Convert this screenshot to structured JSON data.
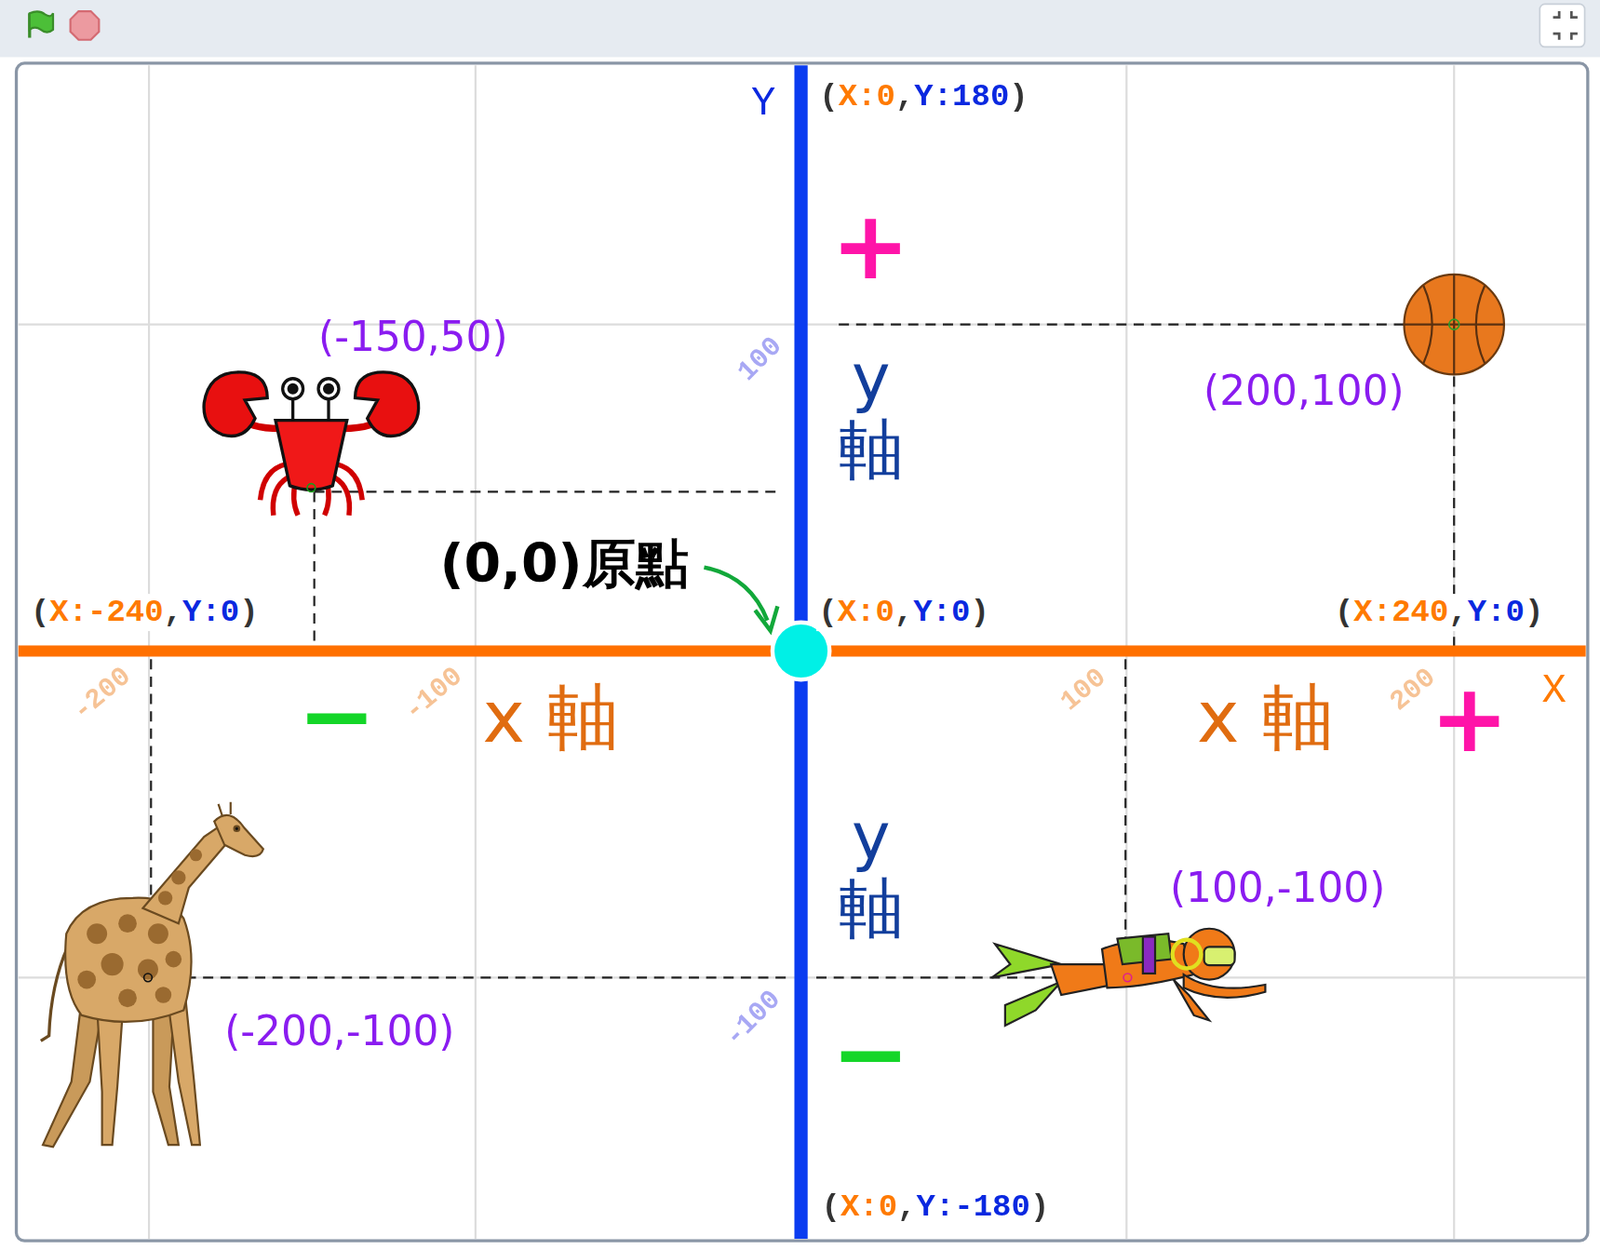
{
  "diagram": {
    "labels": [
      "Y",
      "(X:0,Y:180)",
      "+",
      "(-150,50)",
      "100",
      "y 軸",
      "(200,100)",
      "(0,0)原點",
      "(X:-240,Y:0)",
      "(X:0,Y:0)",
      "(X:240,Y:0)",
      "-200",
      "−",
      "-100",
      "x 軸",
      "100",
      "x 軸",
      "200",
      "+",
      "X",
      "y 軸",
      "(100,-100)",
      "(-200,-100)",
      "-100",
      "−",
      "(X:0,Y:-180)"
    ]
  }
}
